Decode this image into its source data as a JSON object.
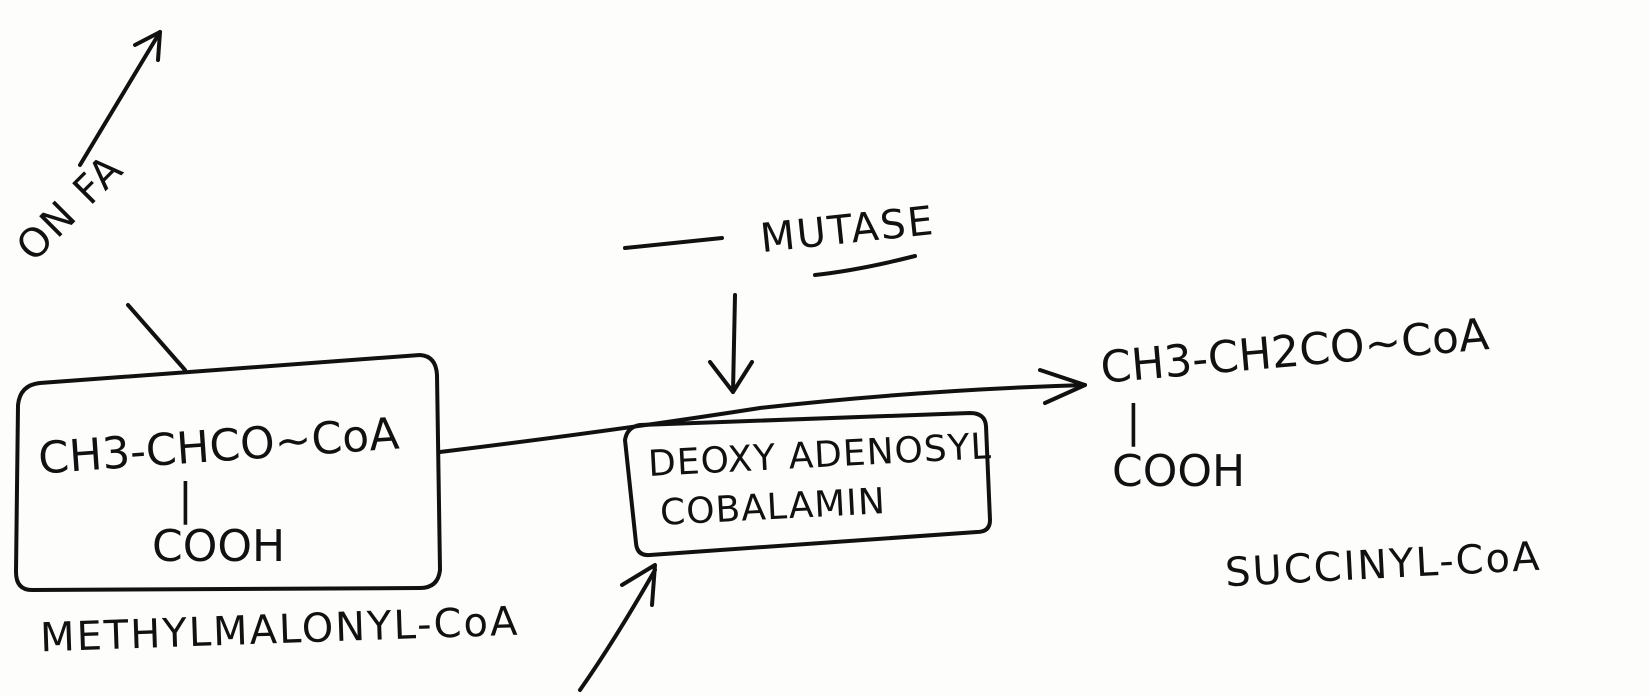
{
  "beta_ox": {
    "label": "ON FA"
  },
  "enzyme": {
    "label": "MUTASE"
  },
  "substrate": {
    "formula_main": "CH3-CHCO~CoA",
    "formula_bond": "|",
    "formula_group": "COOH",
    "name": "METHYLMALONYL-CoA"
  },
  "cofactor": {
    "line1": "DEOXY ADENOSYL",
    "line2": "COBALAMIN"
  },
  "product": {
    "formula_main": "CH3-CH2CO~CoA",
    "formula_bond": "|",
    "formula_group": "COOH",
    "name": "SUCCINYL-CoA"
  }
}
